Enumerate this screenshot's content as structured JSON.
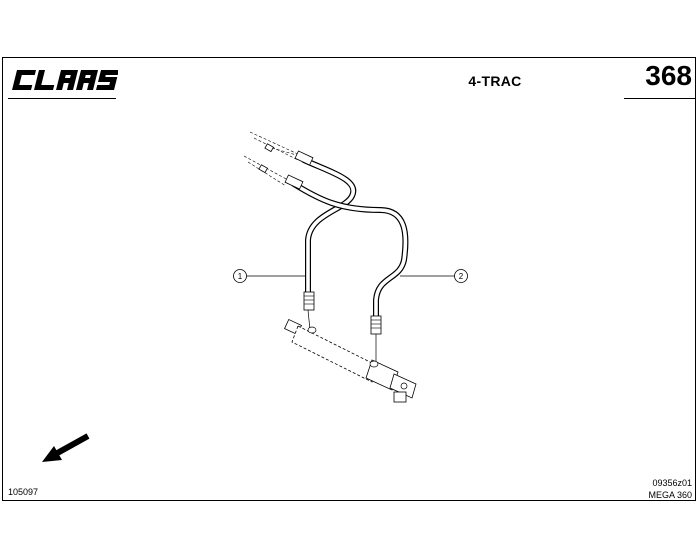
{
  "header": {
    "logo_text": "CLAAS",
    "section_title": "4-TRAC",
    "page_number": "368"
  },
  "drawing": {
    "callouts": [
      "1",
      "2"
    ]
  },
  "footer": {
    "doc_number": "105097",
    "figure_number": "09356z01",
    "model_name": "MEGA 360"
  }
}
